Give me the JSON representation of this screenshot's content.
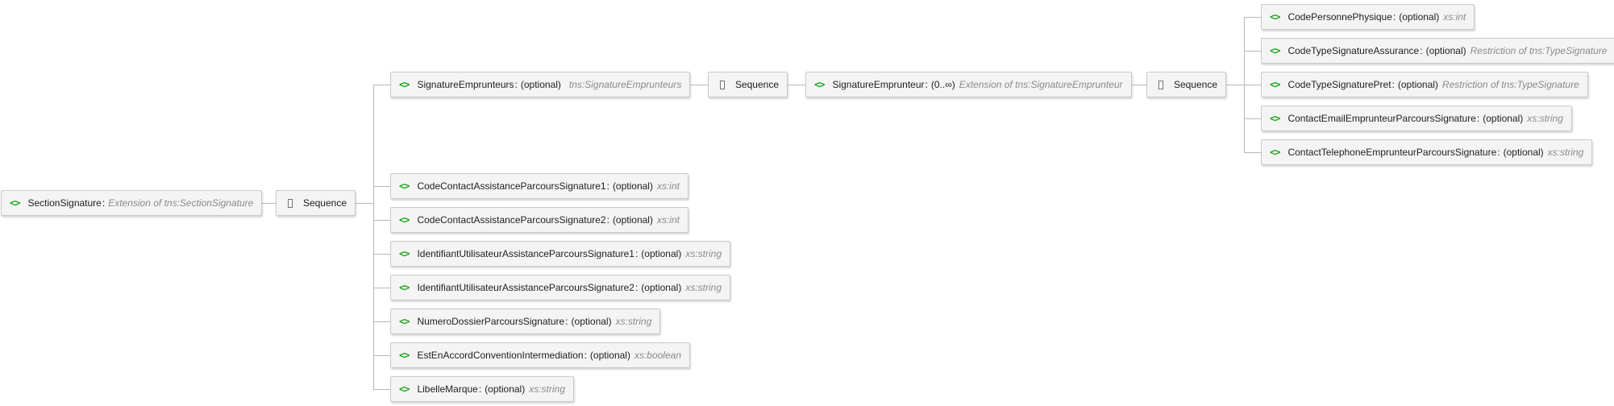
{
  "root": {
    "name": "SectionSignature",
    "sep": ":",
    "type": "Extension of tns:SectionSignature"
  },
  "sequence_label": "Sequence",
  "level1": {
    "signature_emprunteurs": {
      "name": "SignatureEmprunteurs",
      "sep": ":",
      "card": "(optional)",
      "type": "tns:SignatureEmprunteurs"
    },
    "children": [
      {
        "name": "CodeContactAssistanceParcoursSignature1",
        "sep": ":",
        "card": "(optional)",
        "type": "xs:int"
      },
      {
        "name": "CodeContactAssistanceParcoursSignature2",
        "sep": ":",
        "card": "(optional)",
        "type": "xs:int"
      },
      {
        "name": "IdentifiantUtilisateurAssistanceParcoursSignature1",
        "sep": ":",
        "card": "(optional)",
        "type": "xs:string"
      },
      {
        "name": "IdentifiantUtilisateurAssistanceParcoursSignature2",
        "sep": ":",
        "card": "(optional)",
        "type": "xs:string"
      },
      {
        "name": "NumeroDossierParcoursSignature",
        "sep": ":",
        "card": "(optional)",
        "type": "xs:string"
      },
      {
        "name": "EstEnAccordConventionIntermediation",
        "sep": ":",
        "card": "(optional)",
        "type": "xs:boolean"
      },
      {
        "name": "LibelleMarque",
        "sep": ":",
        "card": "(optional)",
        "type": "xs:string"
      }
    ]
  },
  "level2": {
    "signature_emprunteur": {
      "name": "SignatureEmprunteur",
      "sep": ":",
      "card": "(0..∞)",
      "type": "Extension of tns:SignatureEmprunteur"
    }
  },
  "level3": {
    "children": [
      {
        "name": "CodePersonnePhysique",
        "sep": ":",
        "card": "(optional)",
        "type": "xs:int"
      },
      {
        "name": "CodeTypeSignatureAssurance",
        "sep": ":",
        "card": "(optional)",
        "type": "Restriction of tns:TypeSignature"
      },
      {
        "name": "CodeTypeSignaturePret",
        "sep": ":",
        "card": "(optional)",
        "type": "Restriction of tns:TypeSignature"
      },
      {
        "name": "ContactEmailEmprunteurParcoursSignature",
        "sep": ":",
        "card": "(optional)",
        "type": "xs:string"
      },
      {
        "name": "ContactTelephoneEmprunteurParcoursSignature",
        "sep": ":",
        "card": "(optional)",
        "type": "xs:string"
      }
    ]
  },
  "icons": {
    "element": "element-angle-brackets-icon",
    "sequence": "sequence-compositor-icon"
  },
  "colors": {
    "element_icon": "#1aa31a",
    "type_text": "#8a8a8a",
    "node_bg": "#f4f4f4",
    "connector": "#b8b8b8"
  }
}
